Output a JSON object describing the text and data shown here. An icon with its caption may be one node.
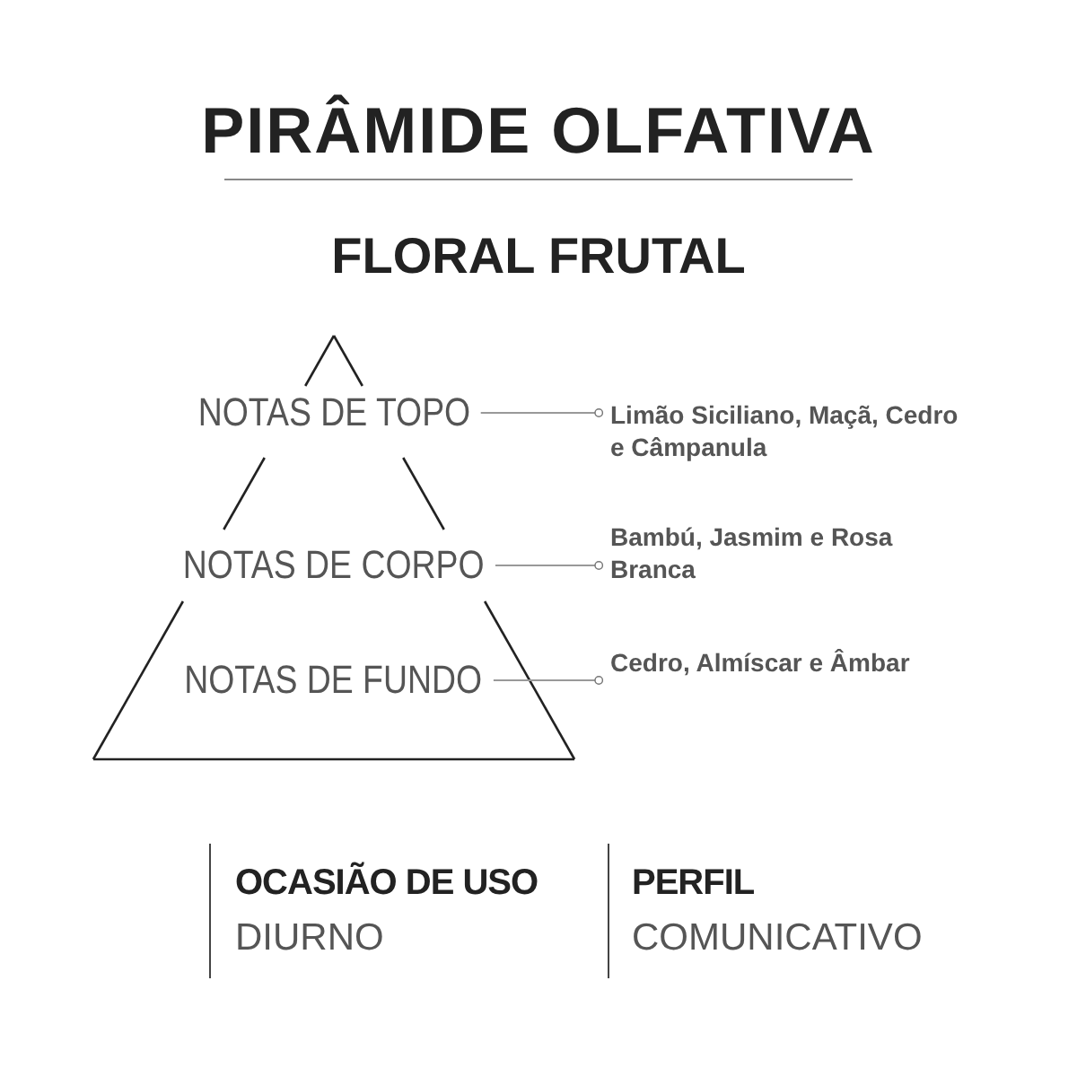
{
  "diagram": {
    "title": "PIRÂMIDE OLFATIVA",
    "nodes": [
      {
        "text": [
          "NOTAS DE TOPO"
        ]
      },
      {
        "text": [
          "Limão Siciliano, Maçã, Cedro e Câmpanula"
        ]
      },
      {
        "text": [
          "NOTAS DE CORPO"
        ]
      },
      {
        "text": [
          "Bambú, Jasmim e Rosa Branca"
        ]
      },
      {
        "text": [
          "NOTAS DE FUNDO"
        ]
      },
      {
        "text": [
          "Cedro, Almíscar e Âmbar"
        ]
      }
    ],
    "edges": [
      {
        "from": 0,
        "to": 1,
        "arrow": "other"
      },
      {
        "from": 2,
        "to": 3,
        "arrow": "other"
      },
      {
        "from": 4,
        "to": 5,
        "arrow": "other"
      }
    ],
    "labels": [
      "FLORAL FRUTAL",
      "OCASIÃO DE USO",
      "DIURNO",
      "PERFIL",
      "COMUNICATIVO"
    ]
  }
}
